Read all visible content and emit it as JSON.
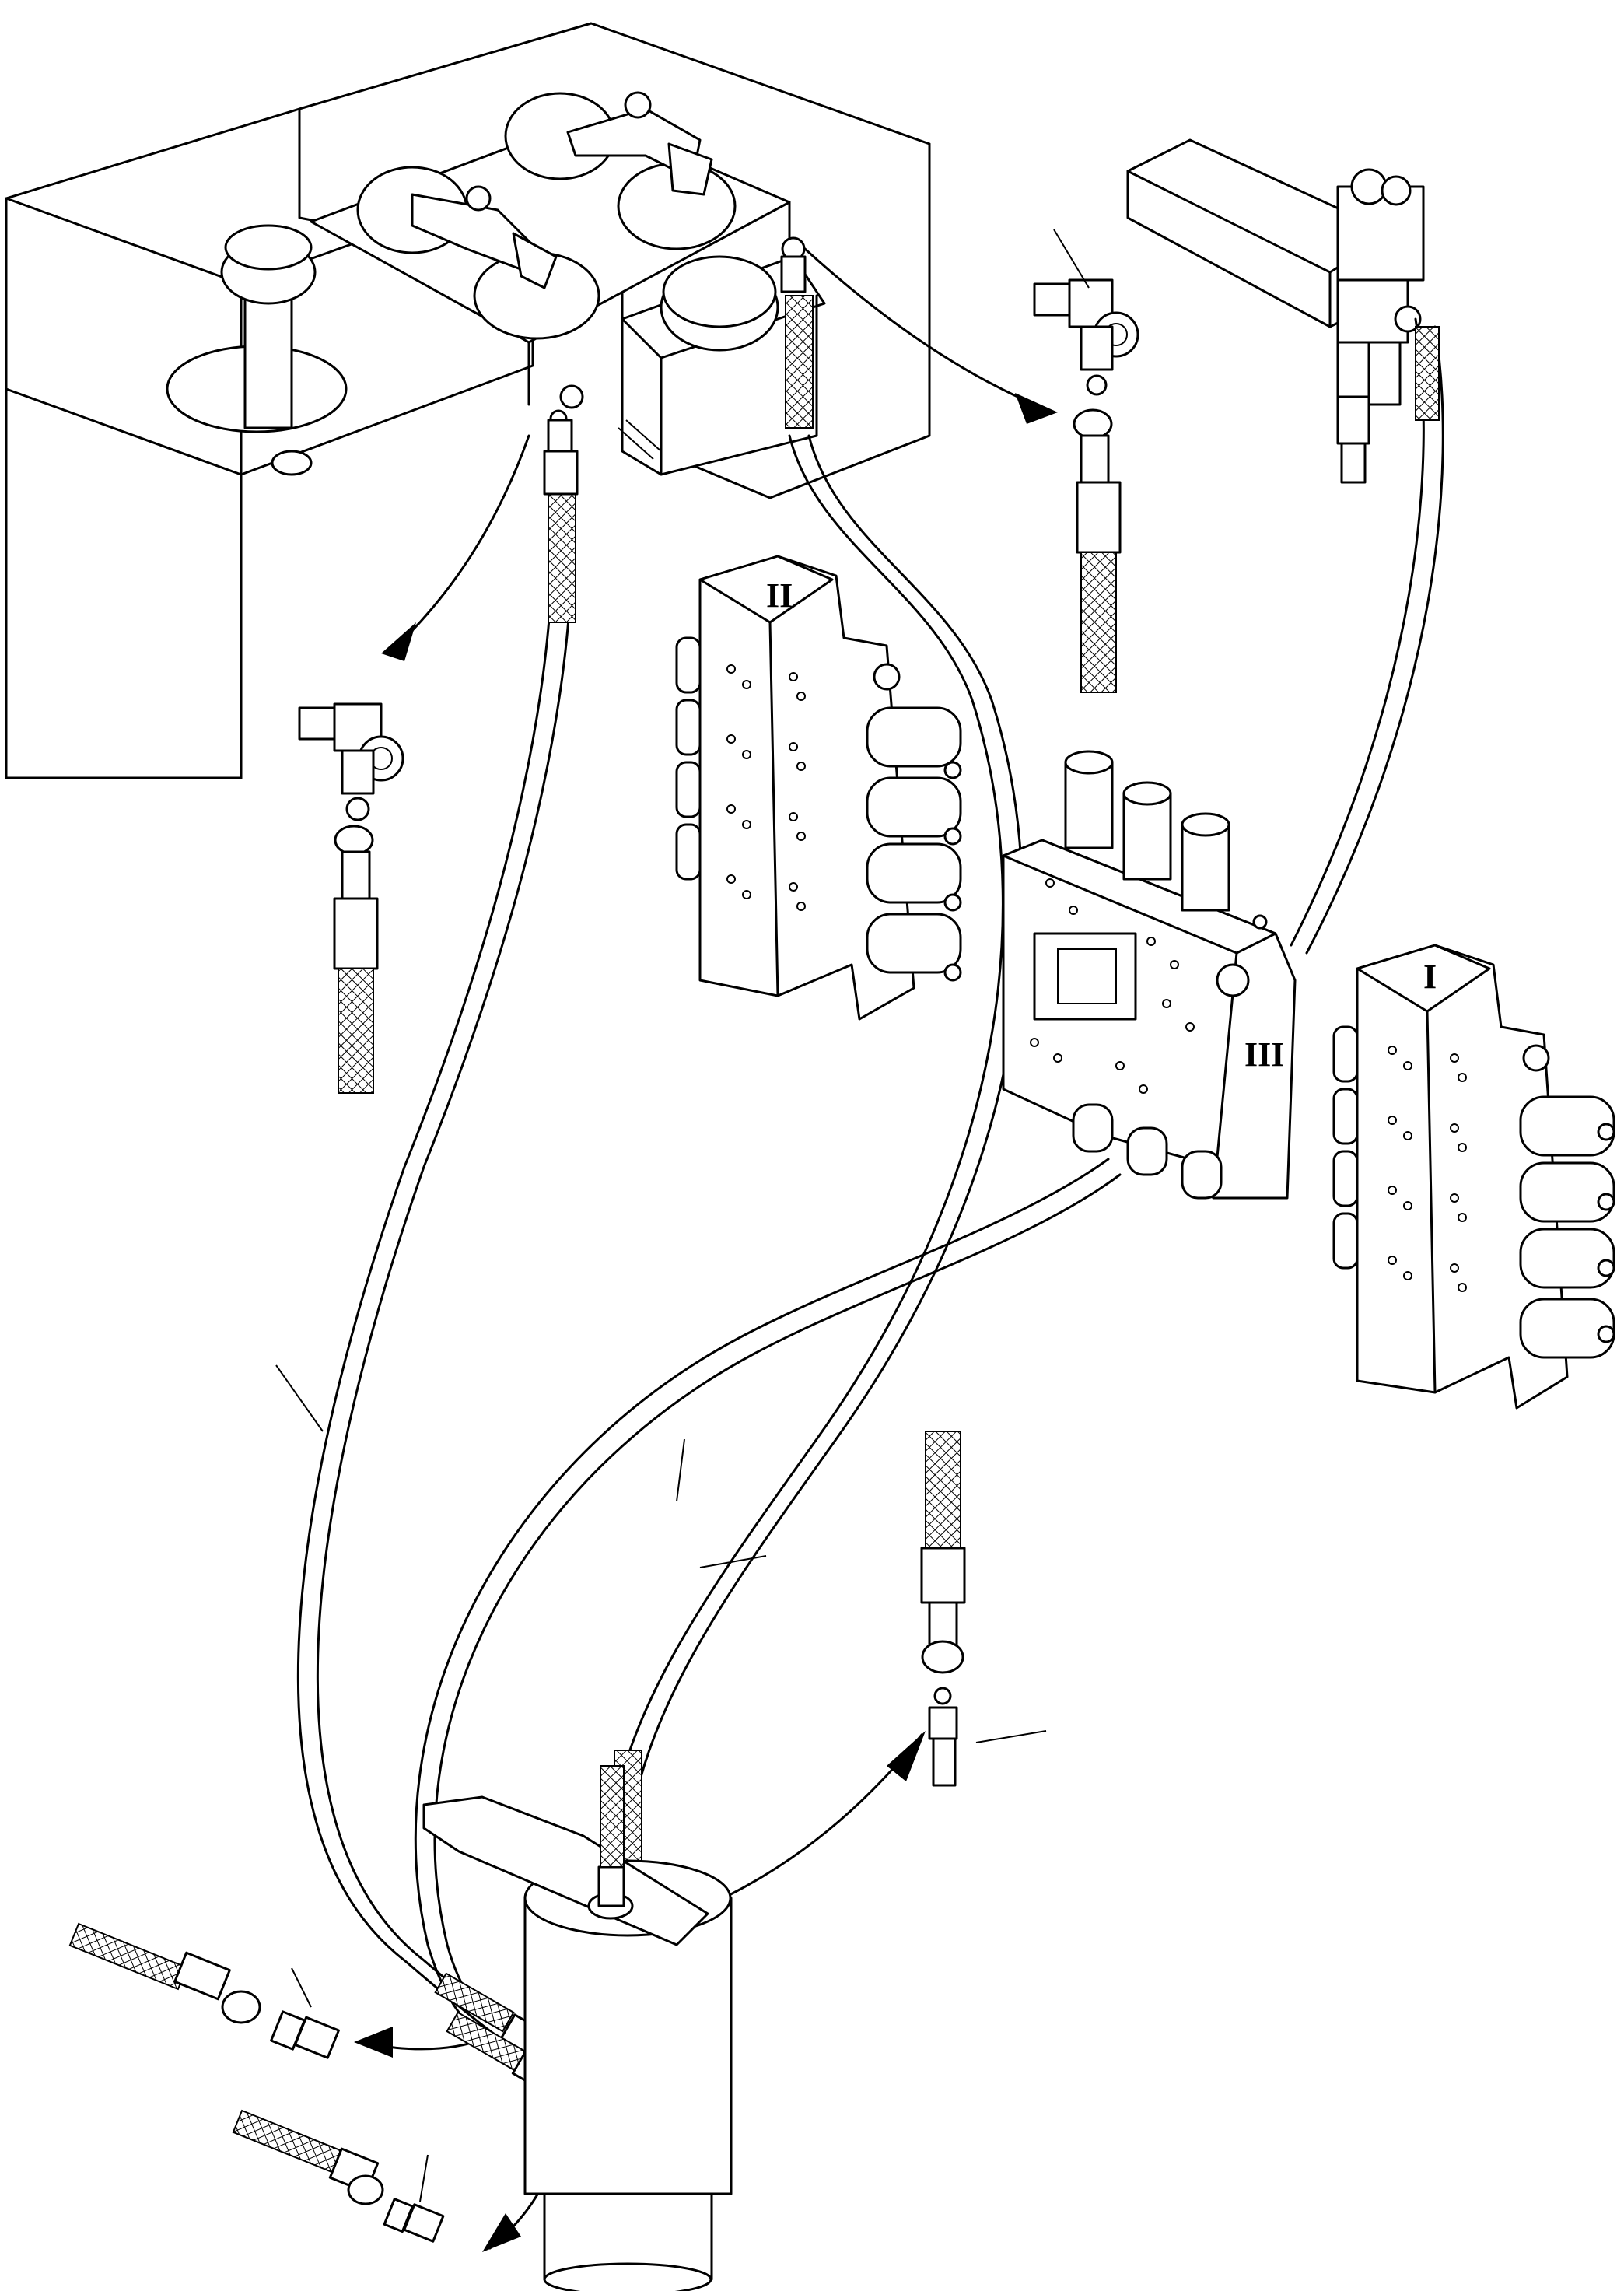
{
  "valve_labels": {
    "block_II": "II",
    "block_I": "I",
    "block_III": "III"
  }
}
